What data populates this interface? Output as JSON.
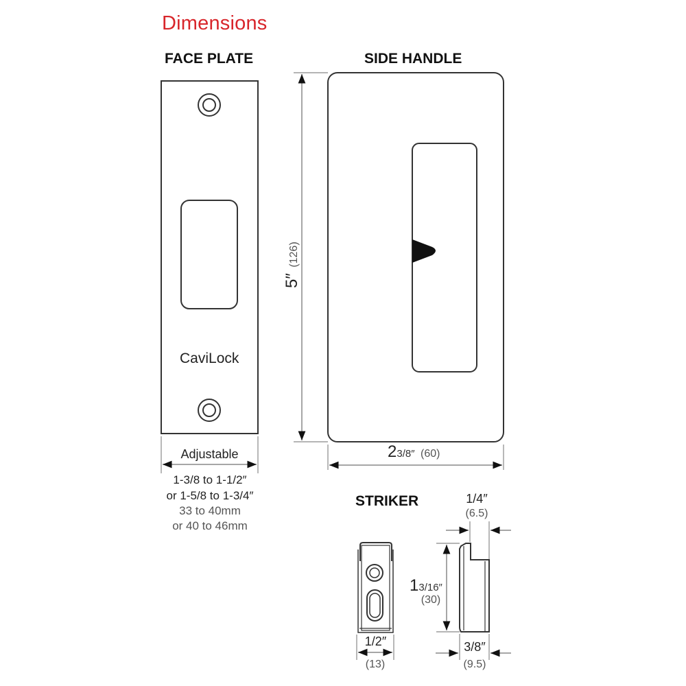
{
  "title": "Dimensions",
  "colors": {
    "title": "#d8262b",
    "line": "#333333",
    "dim_line": "#888888"
  },
  "face_plate": {
    "heading": "FACE PLATE",
    "brand": "CaviLock",
    "width_label": "Adjustable",
    "ranges": [
      "1-3/8 to 1-1/2″",
      "or 1-5/8 to 1-3/4″",
      "33 to 40mm",
      "or 40 to 46mm"
    ]
  },
  "side_handle": {
    "heading": "SIDE HANDLE",
    "height_in": "5″",
    "height_mm": "(126)",
    "width_whole": "2",
    "width_frac": "3/8″",
    "width_mm": "(60)"
  },
  "striker": {
    "heading": "STRIKER",
    "width_in": "1/2″",
    "width_mm": "(13)",
    "lip_in": "1/4″",
    "lip_mm": "(6.5)",
    "height_whole": "1",
    "height_frac": "3/16″",
    "height_mm": "(30)",
    "depth_in": "3/8″",
    "depth_mm": "(9.5)"
  }
}
